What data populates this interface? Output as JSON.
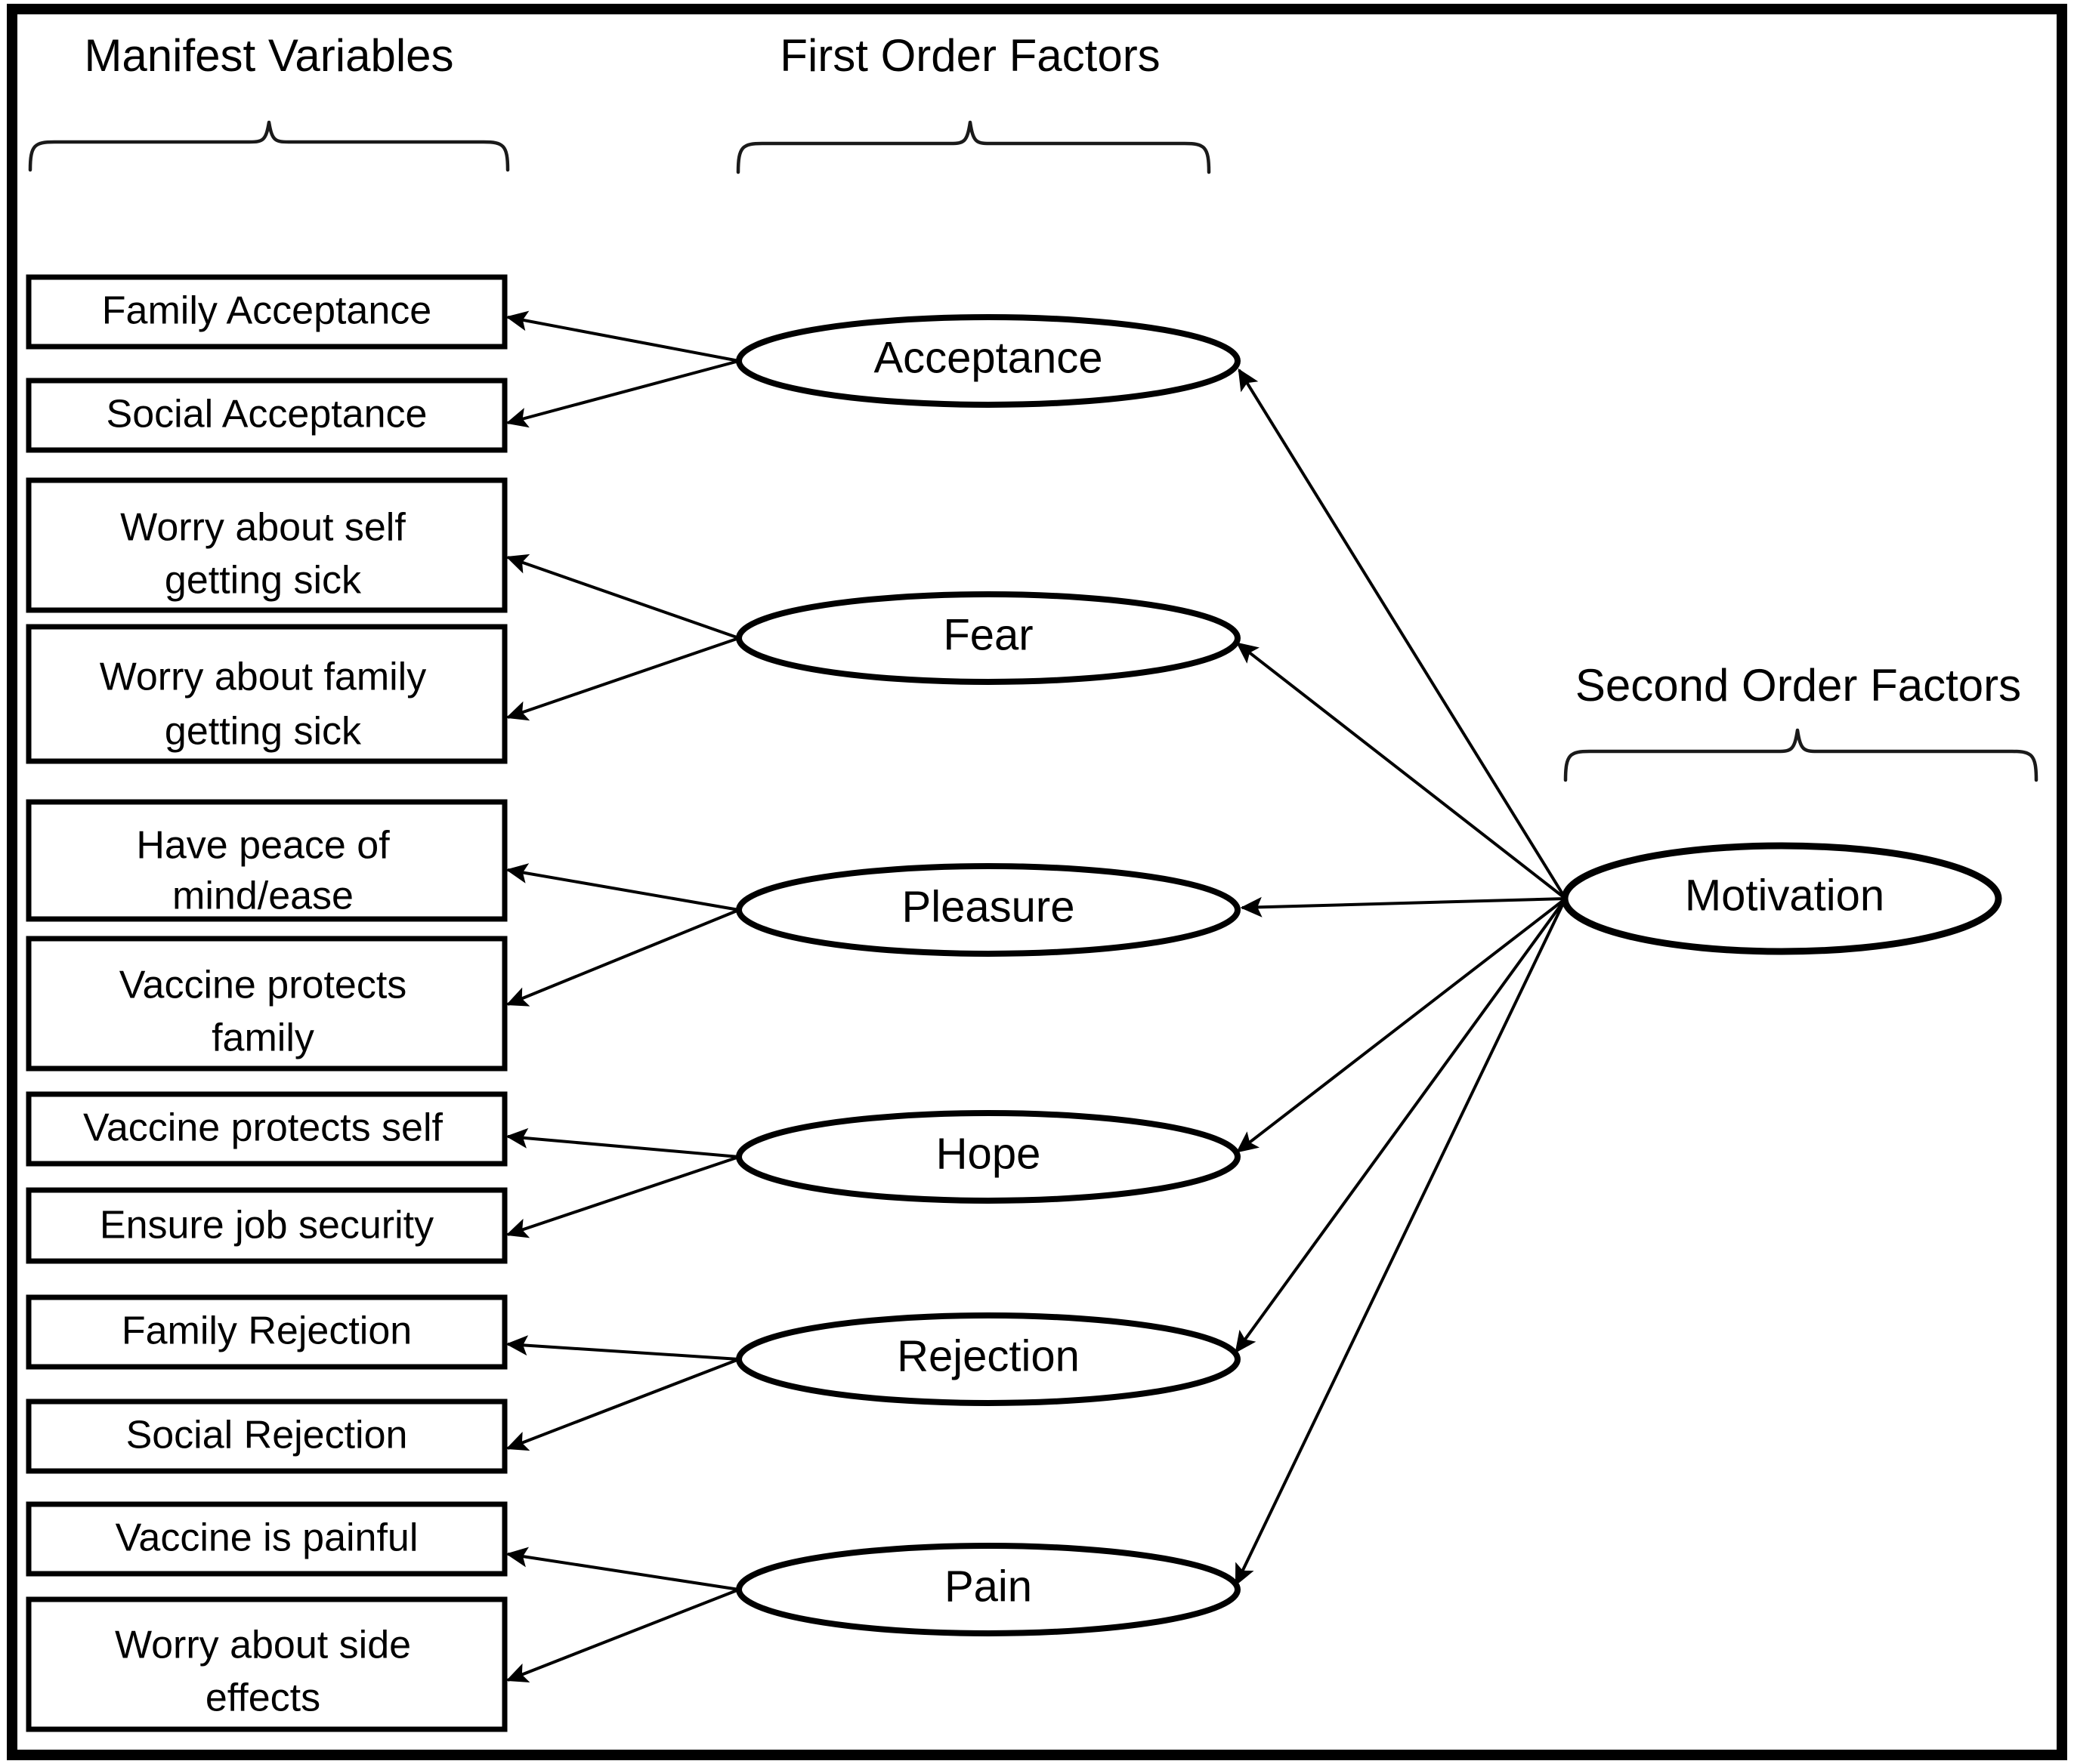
{
  "figure": {
    "type": "second-order-factor-structural-model",
    "background_color": "#ffffff",
    "line_color": "#000000",
    "frame": {
      "stroke": "#000000"
    }
  },
  "group_labels": {
    "manifest": "Manifest Variables",
    "first_order": "First Order Factors",
    "second_order": "Second Order Factors"
  },
  "manifest_variables": [
    {
      "id": "family-acceptance",
      "label": "Family Acceptance",
      "lines": [
        "Family Acceptance"
      ]
    },
    {
      "id": "social-acceptance",
      "label": "Social Acceptance",
      "lines": [
        "Social Acceptance"
      ]
    },
    {
      "id": "worry-self-sick",
      "label": "Worry about self getting sick",
      "lines": [
        "Worry about self",
        "getting sick"
      ]
    },
    {
      "id": "worry-family-sick",
      "label": "Worry about family getting sick",
      "lines": [
        "Worry about family",
        "getting sick"
      ]
    },
    {
      "id": "peace-of-mind",
      "label": "Have peace of mind/ease",
      "lines": [
        "Have peace of",
        "mind/ease"
      ]
    },
    {
      "id": "vaccine-protects-family",
      "label": "Vaccine protects family",
      "lines": [
        "Vaccine protects",
        "family"
      ]
    },
    {
      "id": "vaccine-protects-self",
      "label": "Vaccine protects self",
      "lines": [
        "Vaccine protects self"
      ]
    },
    {
      "id": "ensure-job-security",
      "label": "Ensure job security",
      "lines": [
        "Ensure job security"
      ]
    },
    {
      "id": "family-rejection",
      "label": "Family Rejection",
      "lines": [
        "Family Rejection"
      ]
    },
    {
      "id": "social-rejection",
      "label": "Social Rejection",
      "lines": [
        "Social Rejection"
      ]
    },
    {
      "id": "vaccine-is-painful",
      "label": "Vaccine is painful",
      "lines": [
        "Vaccine is painful"
      ]
    },
    {
      "id": "worry-side-effects",
      "label": "Worry about side effects",
      "lines": [
        "Worry about side",
        "effects"
      ]
    }
  ],
  "first_order_factors": [
    {
      "id": "acceptance",
      "label": "Acceptance",
      "indicators": [
        "family-acceptance",
        "social-acceptance"
      ]
    },
    {
      "id": "fear",
      "label": "Fear",
      "indicators": [
        "worry-self-sick",
        "worry-family-sick"
      ]
    },
    {
      "id": "pleasure",
      "label": "Pleasure",
      "indicators": [
        "peace-of-mind",
        "vaccine-protects-family"
      ]
    },
    {
      "id": "hope",
      "label": "Hope",
      "indicators": [
        "vaccine-protects-self",
        "ensure-job-security"
      ]
    },
    {
      "id": "rejection",
      "label": "Rejection",
      "indicators": [
        "family-rejection",
        "social-rejection"
      ]
    },
    {
      "id": "pain",
      "label": "Pain",
      "indicators": [
        "vaccine-is-painful",
        "worry-side-effects"
      ]
    }
  ],
  "second_order_factors": [
    {
      "id": "motivation",
      "label": "Motivation",
      "targets": [
        "acceptance",
        "fear",
        "pleasure",
        "hope",
        "rejection",
        "pain"
      ]
    }
  ]
}
